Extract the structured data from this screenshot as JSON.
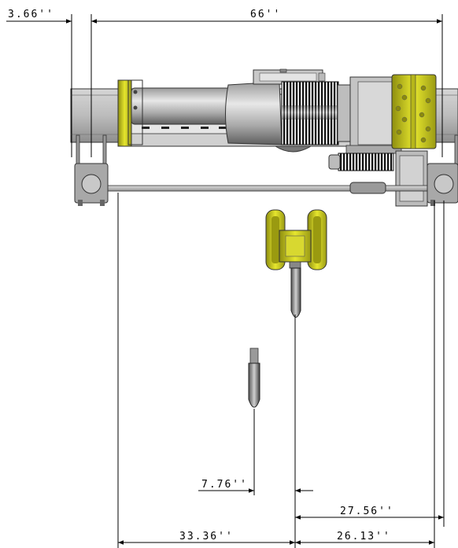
{
  "dimensions": {
    "top_offset": "3.66''",
    "top_span": "66''",
    "hook_offset": "7.76''",
    "right_clearance": "27.56''",
    "left_span": "33.36''",
    "right_span": "26.13''"
  },
  "colors": {
    "yellow": "#d9d926",
    "yellow_dark": "#9a9a10",
    "steel": "#bdbdbd",
    "steel_dark": "#6f6f6f",
    "motor_black": "#1a1a1a",
    "line": "#000000"
  }
}
